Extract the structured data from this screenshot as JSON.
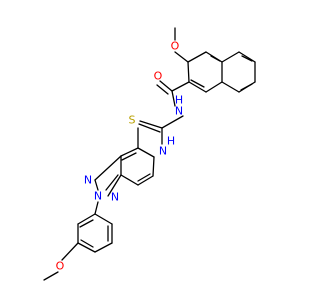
{
  "molecule": {
    "atom_labels": {
      "o_methoxy_top": "O",
      "o_carbonyl": "O",
      "nh_amide": "H",
      "n_amide": "N",
      "s_thio": "S",
      "nh_thio": "H",
      "n_thio": "N",
      "n_triazole_top": "N",
      "n_triazole_mid": "N",
      "n_triazole_bot": "N",
      "o_methoxy_bottom": "O"
    },
    "colors": {
      "oxygen": "#ff0000",
      "nitrogen": "#0000ff",
      "sulfur": "#b8a000",
      "bond": "#000000"
    }
  }
}
